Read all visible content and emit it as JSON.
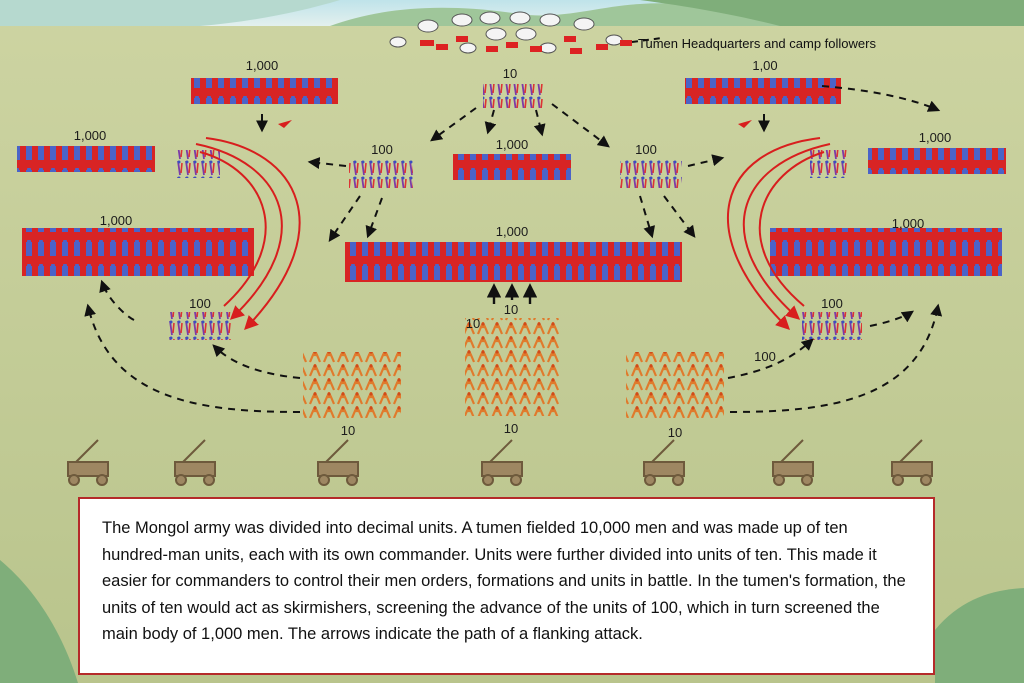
{
  "hq_label": "Tumen Headquarters and camp followers",
  "unit_labels": {
    "tl_top": "1,000",
    "center_top": "10",
    "tr_top": "1,00",
    "left_1000": "1,000",
    "left_100": "100",
    "center_1000_top": "1,000",
    "right_100": "100",
    "right_1000": "1,000",
    "left_big_1000": "1,000",
    "main_1000": "1,000",
    "right_big_1000": "1,000",
    "left_low_100": "100",
    "center_10_a": "10",
    "center_10_b": "10",
    "right_low_100": "100",
    "right_100b": "100",
    "bottom_10_left": "10",
    "bottom_10_center": "10",
    "bottom_10_right": "10"
  },
  "caption_text": "The Mongol army was divided into decimal units. A tumen fielded 10,000 men and was made up of ten hundred-man units, each with its own commander. Units were further divided into units of ten. This made it easier for commanders to control their men orders, formations and units in battle. In the tumen's formation, the units of ten would act as skirmishers, screening the advance of the units of 100, which in turn screened the main body of 1,000 men. The arrows indicate the path of a flanking attack.",
  "colors": {
    "field": "#c8cf9a",
    "hills": "#8fb98a",
    "heavy_cavalry_blue": "#4a63c8",
    "heavy_cavalry_red": "#e02626",
    "light_cavalry_orange": "#e07a2c",
    "flank_arrow_red": "#d81e1e",
    "caption_border": "#b52a2a"
  }
}
